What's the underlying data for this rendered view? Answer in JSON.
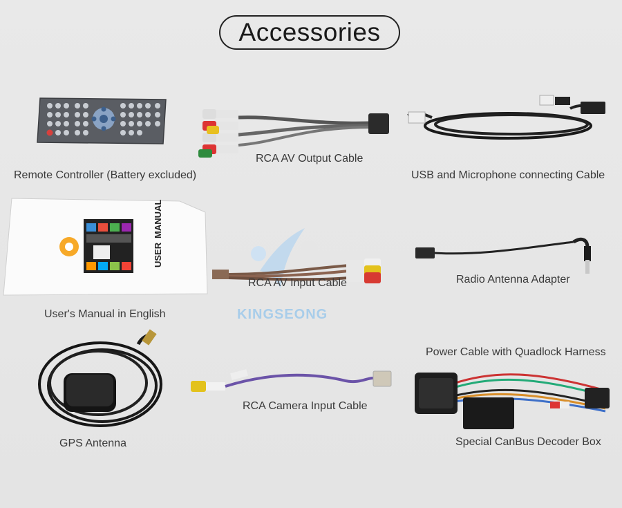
{
  "title": "Accessories",
  "watermark": "KINGSEONG",
  "items": {
    "remote": "Remote Controller (Battery excluded)",
    "rca_av_output": "RCA AV Output Cable",
    "usb_mic": "USB and Microphone connecting Cable",
    "manual": "User's Manual in English",
    "rca_av_input": "RCA AV Input Cable",
    "radio_antenna": "Radio Antenna Adapter",
    "power_cable": "Power Cable with Quadlock Harness",
    "gps": "GPS Antenna",
    "rca_camera": "RCA Camera Input Cable",
    "canbus": "Special CanBus Decoder Box"
  },
  "manual_cover": {
    "line1": "USER",
    "line2": "MANUAL"
  }
}
